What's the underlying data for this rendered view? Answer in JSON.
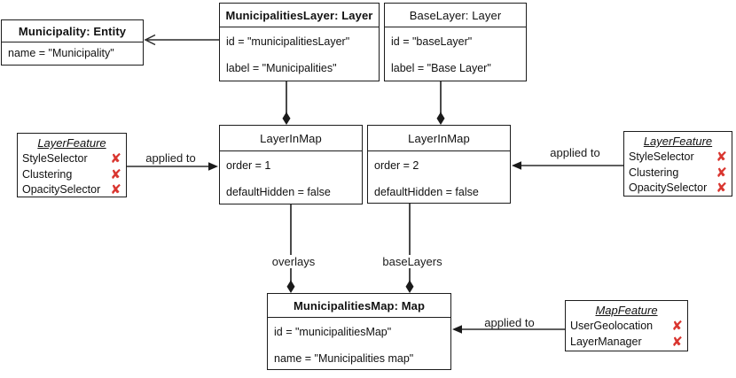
{
  "colors": {
    "line": "#3f3f3f",
    "border": "#1c1c1c",
    "excluded_x": "#d9352f",
    "background": "#ffffff"
  },
  "icons": {
    "excluded_x": "✘"
  },
  "nodes": {
    "municipality": {
      "title": "Municipality: Entity",
      "attrs": [
        "name = \"Municipality\""
      ]
    },
    "municipalities_layer": {
      "title": "MunicipalitiesLayer: Layer",
      "attrs": [
        "id = \"municipalitiesLayer\"",
        "label = \"Municipalities\""
      ]
    },
    "base_layer": {
      "title": "BaseLayer: Layer",
      "attrs": [
        "id = \"baseLayer\"",
        "label = \"Base Layer\""
      ]
    },
    "layer_in_map_1": {
      "title": "LayerInMap",
      "attrs": [
        "order = 1",
        "defaultHidden = false"
      ]
    },
    "layer_in_map_2": {
      "title": "LayerInMap",
      "attrs": [
        "order = 2",
        "defaultHidden = false"
      ]
    },
    "layer_feature_left": {
      "title": "LayerFeature",
      "items": [
        "StyleSelector",
        "Clustering",
        "OpacitySelector"
      ]
    },
    "layer_feature_right": {
      "title": "LayerFeature",
      "items": [
        "StyleSelector",
        "Clustering",
        "OpacitySelector"
      ]
    },
    "municipalities_map": {
      "title": "MunicipalitiesMap: Map",
      "attrs": [
        "id = \"municipalitiesMap\"",
        "name = \"Municipalities map\""
      ]
    },
    "map_feature": {
      "title": "MapFeature",
      "items": [
        "UserGeolocation",
        "LayerManager"
      ]
    }
  },
  "edge_labels": {
    "applied_to": "applied to",
    "overlays": "overlays",
    "base_layers": "baseLayers"
  }
}
